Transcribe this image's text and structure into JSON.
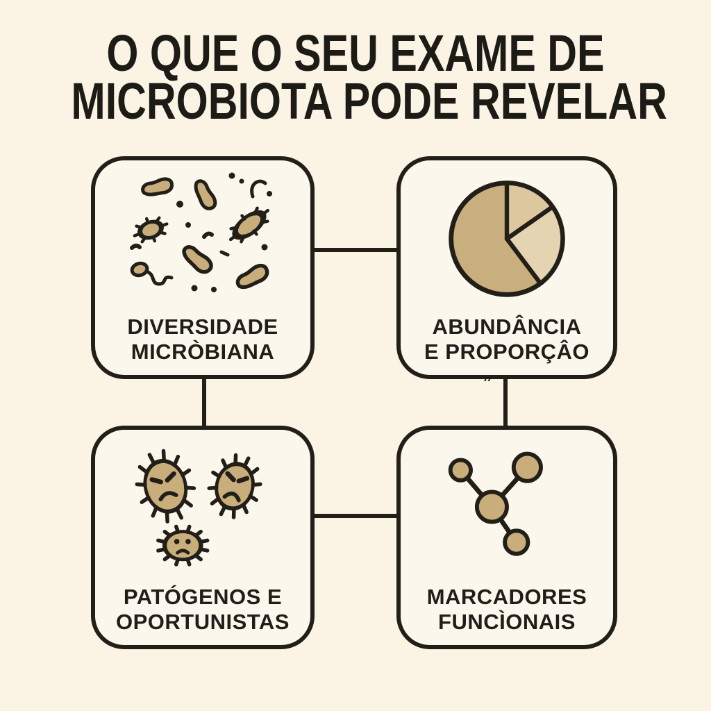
{
  "page": {
    "background_color": "#FBF4E4",
    "title": {
      "line1": "O QUE O SEU EXAME DE",
      "line2": "MICROBIOTA PODE REVELAR",
      "color": "#1D1B16"
    }
  },
  "colors": {
    "outline": "#221F19",
    "card_fill": "#FCF7EC",
    "icon_tan": "#C9AE7C",
    "pie_main": "#C8AF7D",
    "pie_slice_upper": "#DCC79F",
    "pie_slice_lower": "#E5D4B1",
    "label_text": "#201E19"
  },
  "cards": [
    {
      "icon": "bacteria-field-icon",
      "label_line1": "DIVERSIDADE",
      "label_line2": "MICRÒBIANA"
    },
    {
      "icon": "pie-chart-icon",
      "label_line1": "ABUNDÂNCIA",
      "label_line2": "E PROPORÇÂO",
      "stray_mark": "„",
      "pie_icon_proportions_pct": {
        "main": 64,
        "upper_right": 13,
        "lower_right": 23
      }
    },
    {
      "icon": "angry-germs-icon",
      "label_line1": "PATÓGENOS E",
      "label_line2": "OPORTUNISTAS"
    },
    {
      "icon": "molecule-network-icon",
      "label_line1": "MARCADORES",
      "label_line2": "FUNCÌONAIS"
    }
  ],
  "connectors": [
    "top-left-card to top-right-card (horizontal)",
    "top-left-card to bottom-left-card (vertical)",
    "top-right-card to bottom-right-card (vertical)",
    "bottom-left-card to bottom-right-card (horizontal)"
  ]
}
